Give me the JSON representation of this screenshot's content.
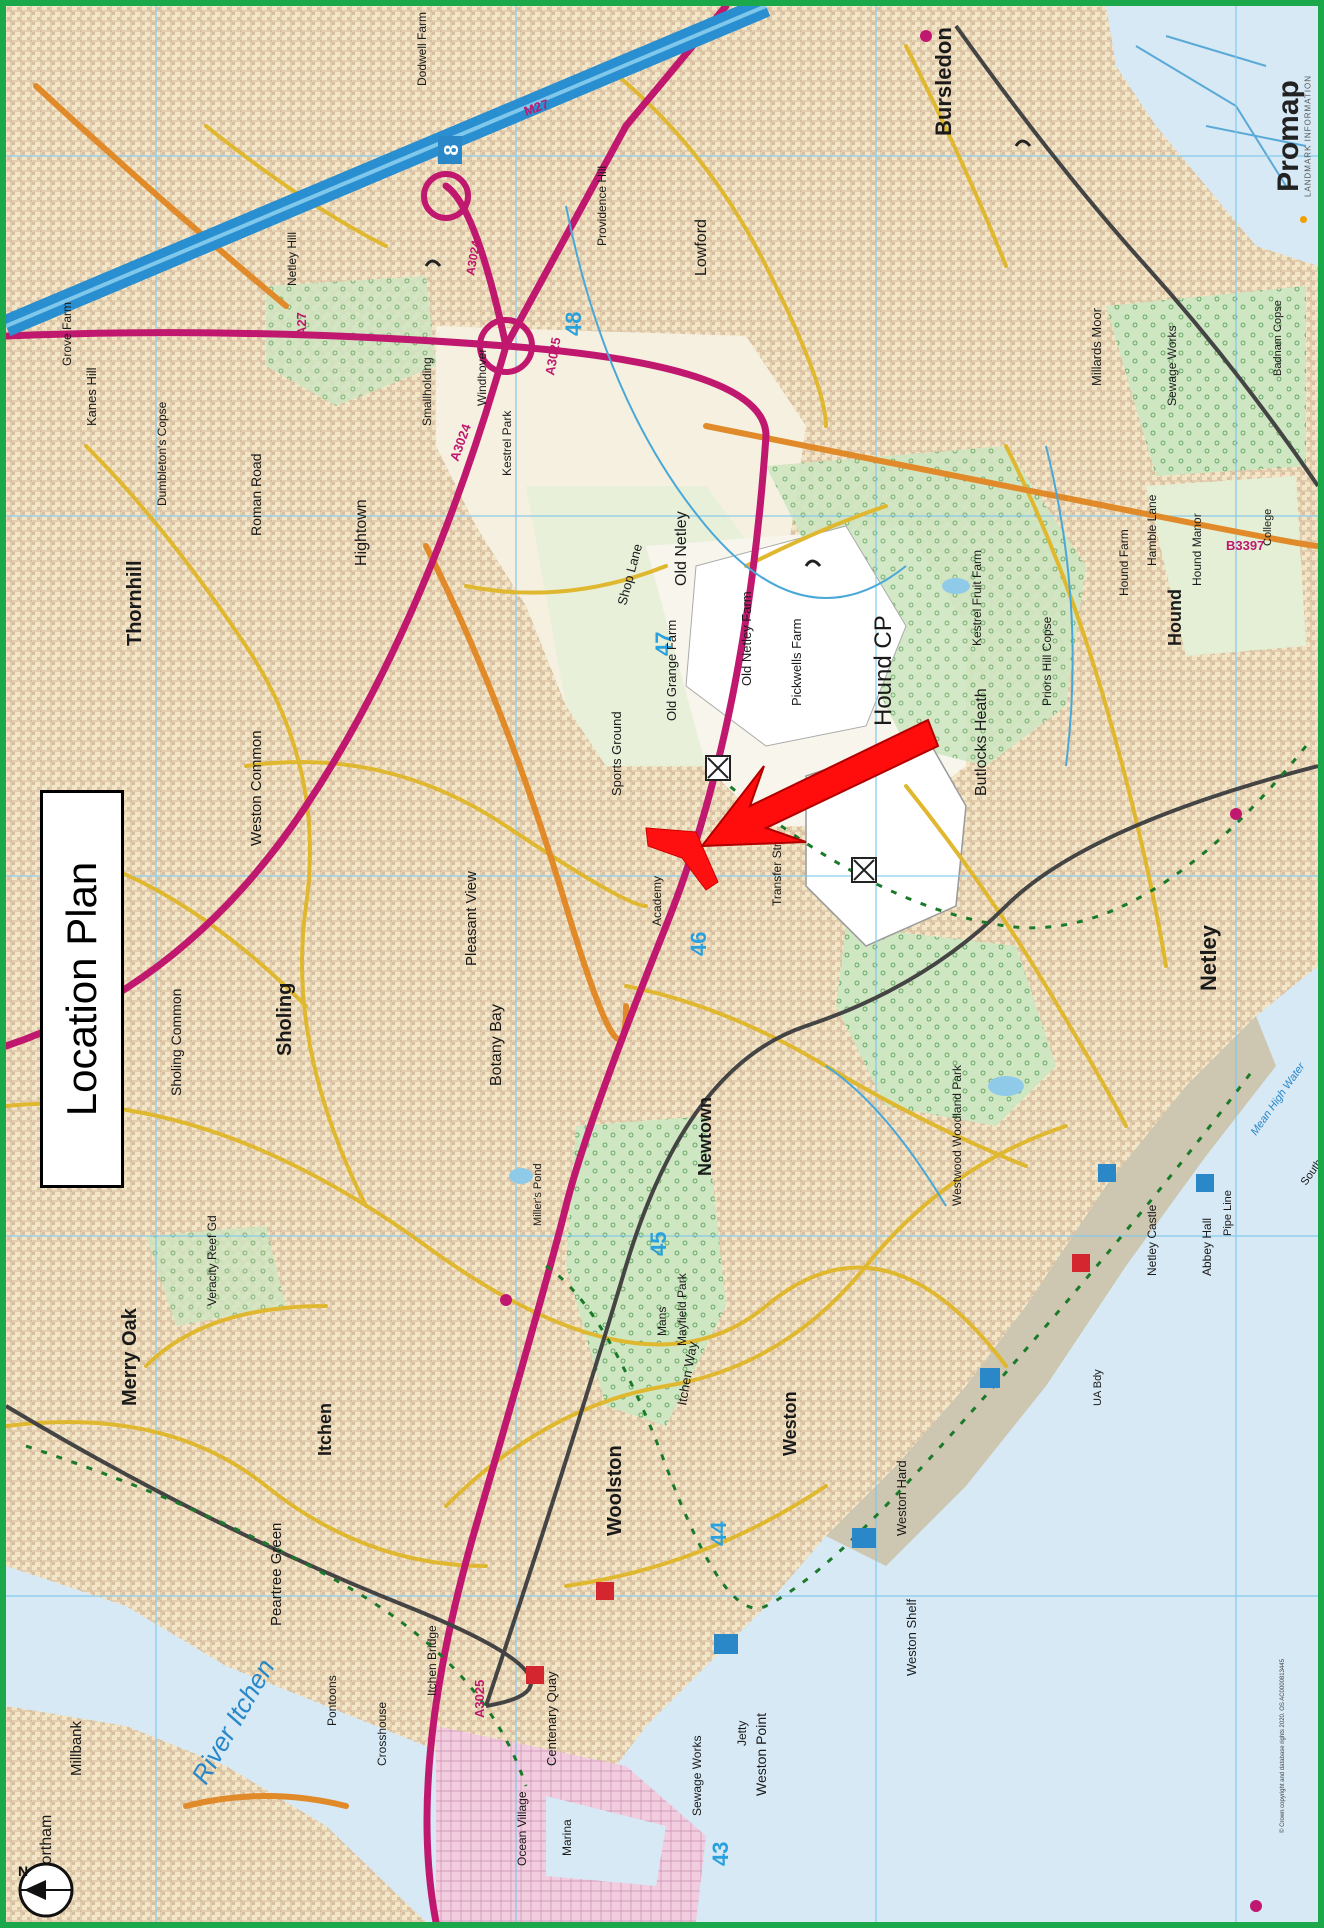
{
  "title": "Location Plan",
  "brand": {
    "name": "Promap",
    "tagline": "LANDMARK INFORMATION"
  },
  "copyright": "© Crown copyright and database rights 2020. OS AC0000813445",
  "north_label": "N",
  "grid_numbers": [
    "48",
    "47",
    "46",
    "45",
    "44",
    "43",
    "8"
  ],
  "road_numbers": [
    "A27",
    "A3025",
    "A3024",
    "B3397",
    "A3025",
    "M27",
    "A3024"
  ],
  "places": [
    "Bursledon",
    "Lowford",
    "Old Netley",
    "Netley",
    "Hound",
    "Butlocks Heath",
    "Thornhill",
    "Hightown",
    "Weston Common",
    "Sholing",
    "Sholing Common",
    "Botany Bay",
    "Pleasant View",
    "Newtown",
    "Weston",
    "Woolston",
    "Itchen",
    "Merry Oak",
    "Peartree Green",
    "Millbank",
    "Northam",
    "Centenary Quay",
    "Weston Point",
    "Weston Shelf",
    "Weston Hard",
    "Sports Ground",
    "Old Grange Farm",
    "Old Netley Farm",
    "Pickwells Farm",
    "Kestrel Fruit Farm",
    "Priors Hill Copse",
    "Hound Farm",
    "Hound Manor",
    "Millards Moor",
    "Sewage Works",
    "Westwood Woodland Park",
    "Mayfield Park",
    "Abbey Hall",
    "Netley Castle",
    "Ocean Village",
    "Marina",
    "Crosshouse",
    "Pontoons",
    "Roman Road",
    "Dumbleton's Copse",
    "Kanes Hill",
    "Grove Farm",
    "Dodwell Farm",
    "Windhover",
    "Kestrel Park",
    "Shop Lane",
    "Academy",
    "Transfer Stn",
    "Badnam Copse",
    "College",
    "Hamble Lane",
    "Veracity Reef Gd",
    "Jetty",
    "Itchen Bridge",
    "Itchen Way",
    "Miller's Pond",
    "Netley Hill",
    "Providence Hill",
    "River Itchen",
    "Southampton Water",
    "Mean High Water",
    "UA Bdy",
    "Pipe Line",
    "Hound CP",
    "Smallholding",
    "Mans",
    "Sewage Works"
  ]
}
